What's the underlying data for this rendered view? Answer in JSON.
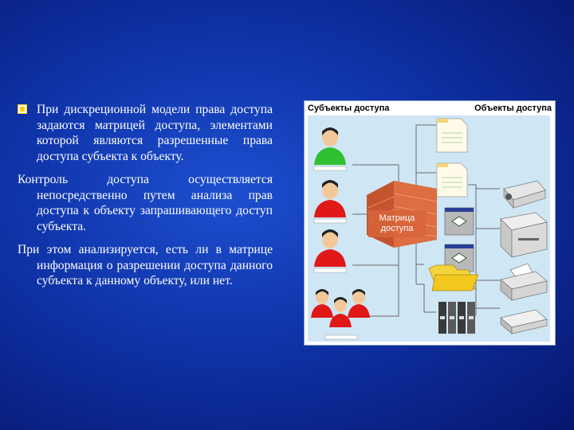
{
  "slide": {
    "paragraphs": [
      "При дискреционной модели права доступа задаются матрицей доступа, элементами которой являются разрешенные права доступа субъекта к объекту.",
      "Контроль доступа осуществляется непосредственно путем анализа прав доступа к объекту запрашивающего доступ субъекта.",
      "При этом анализируется, есть ли в матрице информация о разрешении доступа данного субъекта к данному объекту, или нет."
    ]
  },
  "diagram": {
    "subjects_title": "Субъекты доступа",
    "objects_title": "Объекты доступа",
    "matrix_label_line1": "Матрица",
    "matrix_label_line2": "доступа",
    "colors": {
      "subject_green": "#2fbf2f",
      "subject_red": "#e01818",
      "wall": "#d8643a",
      "connector": "#6a6a6a",
      "panel_bg": "#cfe6f5"
    }
  }
}
